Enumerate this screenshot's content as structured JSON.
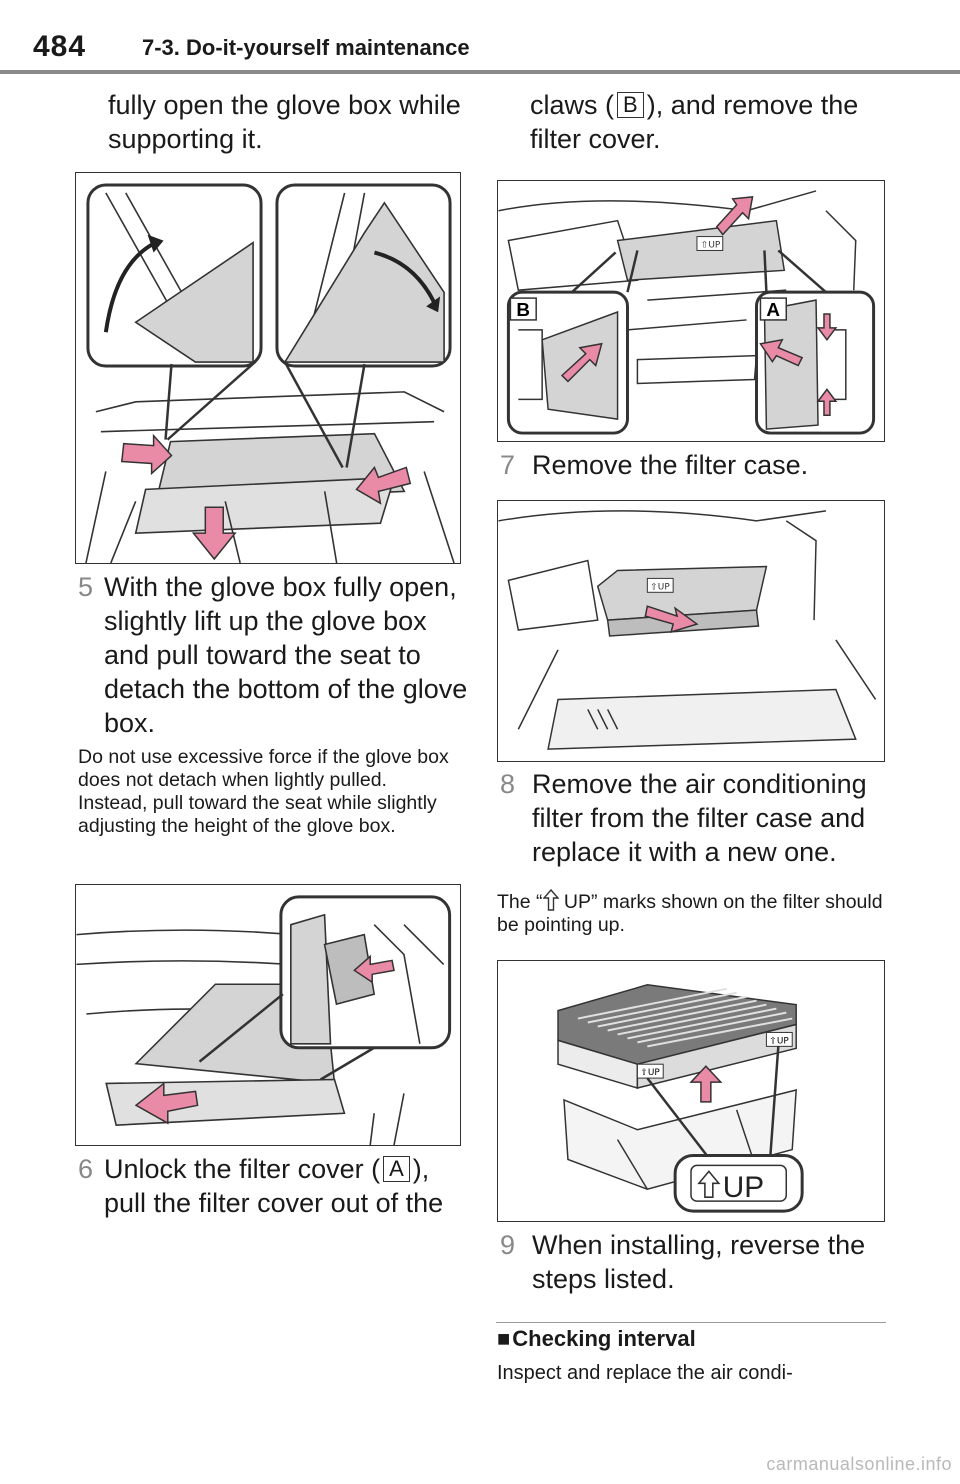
{
  "header": {
    "page_number": "484",
    "section": "7-3. Do-it-yourself maintenance"
  },
  "left": {
    "intro": "fully open the glove box while supporting it.",
    "step5": {
      "num": "5",
      "text": "With the glove box fully open, slightly lift up the glove box and pull toward the seat to detach the bottom of the glove box."
    },
    "note5": "Do not use excessive force if the glove box does not detach when lightly pulled. Instead, pull toward the seat while slightly adjusting the height of the glove box.",
    "step6": {
      "num": "6",
      "text_before": "Unlock the filter cover (",
      "callout": "A",
      "text_after": "), pull the filter cover out of the"
    }
  },
  "right": {
    "continuation_before": "claws (",
    "callout": "B",
    "continuation_after": "), and remove the filter cover.",
    "fig_labels": {
      "b": "B",
      "a": "A"
    },
    "step7": {
      "num": "7",
      "text": "Remove the filter case."
    },
    "step8": {
      "num": "8",
      "text": "Remove the air conditioning filter from the filter case and replace it with a new one."
    },
    "note8_before": "The “",
    "note8_after": " UP” marks shown on the filter should be pointing up.",
    "up_label": "UP",
    "filter_small_label": "⇧UP",
    "step9": {
      "num": "9",
      "text": "When installing, reverse the steps listed."
    },
    "subhead_marker": "■",
    "subhead": "Checking interval",
    "subhead_body": "Inspect and replace the air condi-"
  },
  "watermark": "carmanualsonline.info",
  "colors": {
    "accent_pink": "#e98aa6",
    "line": "#333333",
    "panel_gray": "#d4d4d4",
    "step_number": "#888888"
  }
}
